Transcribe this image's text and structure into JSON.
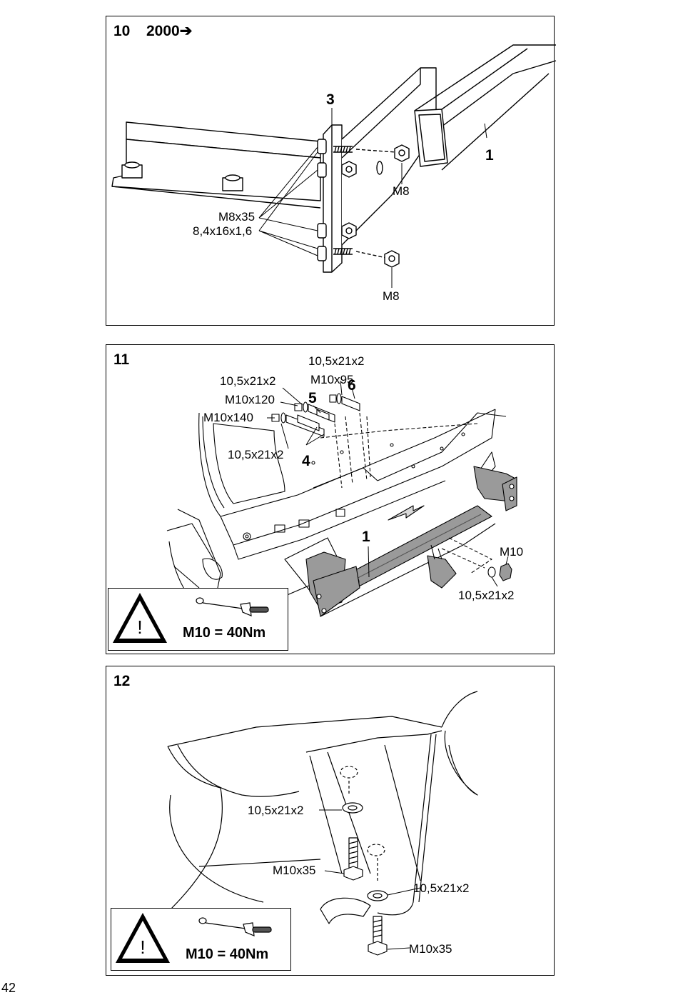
{
  "page_number": "42",
  "panels": [
    {
      "step": "10",
      "note": "2000➔",
      "labels": {
        "part1": "1",
        "part3": "3",
        "nut_top": "M8",
        "nut_bottom": "M8",
        "bolt": "M8x35",
        "washer": "8,4x16x1,6"
      }
    },
    {
      "step": "11",
      "labels": {
        "w_top": "10,5x21x2",
        "bolt95": "M10x95",
        "w_left": "10,5x21x2",
        "bolt120": "M10x120",
        "bolt140": "M10x140",
        "w_lower": "10,5x21x2",
        "part4": "4",
        "part5": "5",
        "part6": "6",
        "part1": "1",
        "nut": "M10",
        "w_right": "10,5x21x2"
      },
      "warning": {
        "torque": "M10 = 40Nm",
        "icons": [
          "warning-triangle-icon",
          "torque-wrench-icon"
        ]
      }
    },
    {
      "step": "12",
      "labels": {
        "w_upper": "10,5x21x2",
        "bolt_upper": "M10x35",
        "w_lower": "10,5x21x2",
        "bolt_lower": "M10x35"
      },
      "warning": {
        "torque": "M10 = 40Nm",
        "icons": [
          "warning-triangle-icon",
          "torque-wrench-icon"
        ]
      }
    }
  ],
  "colors": {
    "line": "#000000",
    "paper": "#ffffff",
    "part_fill": "#9a9a9a",
    "light_fill": "#d9d9d9"
  }
}
